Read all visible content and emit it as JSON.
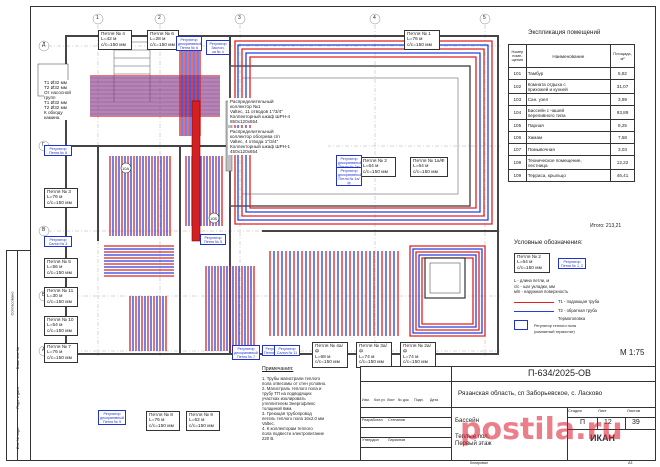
{
  "floor_plan": {
    "scale": "М 1:75",
    "grid_axes": [
      "1",
      "2",
      "3",
      "4",
      "5",
      "А",
      "Б",
      "В",
      "Г",
      "Д"
    ],
    "room_markers": [
      "10А",
      "10Б"
    ],
    "loops": [
      {
        "id": "loop4",
        "text": "Петля № 4\nL=42 м\nc/c=150 мм"
      },
      {
        "id": "loop6",
        "text": "Петля № 6\nL=28 м\nc/c=150 мм"
      },
      {
        "id": "loop1",
        "text": "Петля № 1\nL=76 м\nc/c=150 мм"
      },
      {
        "id": "loop2",
        "text": "Петля № 2\nL=64 м\nc/c=150 мм"
      },
      {
        "id": "loop1a",
        "text": "Петля № 1а/Ф\nL=64 м\nc/c=150 мм"
      },
      {
        "id": "loop3",
        "text": "Петля № 3\nL=76 м\nc/c=150 мм"
      },
      {
        "id": "loop5",
        "text": "Петля № 5\nL=56 м\nc/c=150 мм"
      },
      {
        "id": "loop11",
        "text": "Петля № 11\nL=30 м\nc/c=150 мм"
      },
      {
        "id": "loop10",
        "text": "Петля № 10\nL=54 м\nc/c=150 мм"
      },
      {
        "id": "loop7",
        "text": "Петля № 7\nL=76 м\nc/c=150 мм"
      },
      {
        "id": "loop4a",
        "text": "Петля № 4а/ф\nL=68 м\nc/c=150 мм"
      },
      {
        "id": "loop3a",
        "text": "Петля № 3а/ф\nL=74 м\nc/c=150 мм"
      },
      {
        "id": "loop2a",
        "text": "Петля № 2а/ф\nL=74 м\nc/c=150 мм"
      },
      {
        "id": "loop8",
        "text": "Петля № 8\nL=76 м\nc/c=150 мм"
      },
      {
        "id": "loop9",
        "text": "Петля № 9\nL=62 м\nc/c=150 мм"
      }
    ],
    "pipes_note": "Т1 Ø32 мм\nТ2 Ø32 мм\nОт насосной\nгрупп\nТ1 Ø32 мм\nТ2 Ø32 мм\nК обходу\nкамина",
    "collector_note_1": "Распределительный\nколлектор №1\nValtec, 11 отводов 1\"/3/4\"\nКоллекторный шкаф ШРН-4\n850х120х654",
    "collector_note_2": "Распределительный\nколлектор обогрева с/п\nValtec, 4 отвода 1\"/3/4\"\nКоллекторный шкаф ШРН-1\n450х120х654",
    "regulators": [
      {
        "id": "r1",
        "text": "Регулятор\nдекоративный\nПетля № 6"
      },
      {
        "id": "r2",
        "text": "Регулятор\nЗаслон-\nка № 4"
      },
      {
        "id": "r3",
        "text": "Регулятор\nПетля № 8"
      },
      {
        "id": "r4",
        "text": "Регулятор\nдекоративный\nПетля № 2а/ф"
      },
      {
        "id": "r5",
        "text": "Регулятор\nдекоративный\nПетля № 1а/ф"
      },
      {
        "id": "r6",
        "text": "Регулятор\nСалон № 3"
      },
      {
        "id": "r7",
        "text": "Регулятор\nПетля № 10"
      },
      {
        "id": "r8",
        "text": "Регулятор\nСалон № 11"
      },
      {
        "id": "r9",
        "text": "Регулятор\nПетля № 5"
      },
      {
        "id": "r10",
        "text": "Регулятор\nдекоративный\nПетля № 9"
      },
      {
        "id": "r11",
        "text": "Регулятор\nдекоративный\nПетля № 7"
      }
    ],
    "notes_title": "Примечания:",
    "notes": "1.     Трубы магистрали теплого\nпола отвесомы от стен условно.\n2.     Магистраль теплого пола и\nтрубу ТП на подводящих\nучастках изолировать\nутеплителем Энергофлекс\nтолщиной 6мм.\n3.     Греющая трубопровод\nпетель теплого пола 16х2.0 мм\nValtec.\n4.     К коллекторам теплого\nпола подвести электропитание\n220 В."
  },
  "explication": {
    "title": "Экспликация помещений",
    "headers": [
      "Номер поме-щения",
      "Наименование",
      "Площадь, м²"
    ],
    "rows": [
      [
        "101",
        "Тамбур",
        "5,82"
      ],
      [
        "102",
        "Комната отдыха с\nприхожей и кухней",
        "31,07"
      ],
      [
        "103",
        "Сан. узел",
        "3,99"
      ],
      [
        "104",
        "Бассейн с чашей\nпереливного типа",
        "93,89"
      ],
      [
        "105",
        "Парная",
        "8,25"
      ],
      [
        "106",
        "Хамам",
        "7,58"
      ],
      [
        "107",
        "Помывочная",
        "3,03"
      ],
      [
        "108",
        "Техническое помещение,\nлестница",
        "12,22"
      ],
      [
        "109",
        "Терраса, крыльцо",
        "46,41"
      ]
    ],
    "total": "Итого: 213,21"
  },
  "legend": {
    "title": "Условные обозначения:",
    "loop_sample": "Петля № 2\nL=64 м\nc/c=150 мм",
    "loop_sample_desc": "L - длина петли, м\nc/c - шаг укладки, мм\nм/п - наружная поверхность",
    "reg_sample": "Регулятор\nПетля № 1, 2",
    "supply": "Т1 - подающая труба",
    "return": "Т2 - обратная труба",
    "thermostat": "Термоголовка",
    "reg_desc": "Регулятор теплого пола\n(комнатный термостат)",
    "colors": {
      "supply": "#e02020",
      "return": "#2040e0",
      "wall": "#444444"
    }
  },
  "title_block": {
    "code": "П-634/2025-ОВ",
    "location": "Рязанская область, сп Заборьевское, с. Ласково",
    "object": "Бассейн",
    "sheet_name": "Теплые пол.\nПервый этаж",
    "stage": "П",
    "sheet": "12",
    "sheets": "39",
    "org": "ИКАН",
    "format": "А3",
    "copied": "Копировал",
    "watermark": "postila.ru",
    "col_headers": [
      "Изм.",
      "Кол.уч",
      "Лист",
      "№ док.",
      "Подп.",
      "Дата"
    ],
    "developer_label": "Разработал",
    "developer": "Степанов",
    "checker_label": "Утвердил",
    "checker": "Ларионов",
    "stage_label": "Стадия",
    "sheet_label": "Лист",
    "sheets_label": "Листов",
    "side_labels": [
      "Согласовано",
      "Взам. инв. №",
      "Подп. и дата",
      "Инв. № подл."
    ]
  }
}
